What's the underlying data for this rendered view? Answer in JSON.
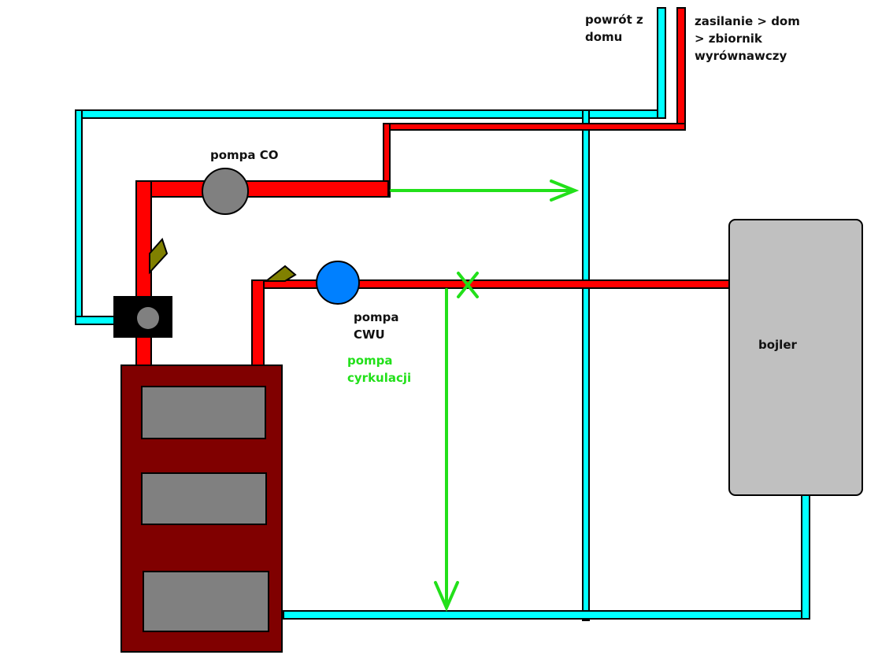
{
  "labels": {
    "return_from_house": "powrót z\ndomu",
    "supply": "zasilanie > dom\n> zbiornik\nwyrównawczy",
    "pump_co": "pompa CO",
    "pump_cwu": "pompa\nCWU",
    "circulation_pump": "pompa\ncyrkulacji",
    "boiler_tank": "bojler"
  },
  "colors": {
    "hot_pipe": "#ff0000",
    "return_pipe": "#00ffff",
    "arrow": "#22e01a",
    "furnace": "#800000",
    "pump_co": "#808080",
    "pump_cwu": "#0080ff",
    "tank": "#c0c0c0",
    "flap": "#808000"
  }
}
